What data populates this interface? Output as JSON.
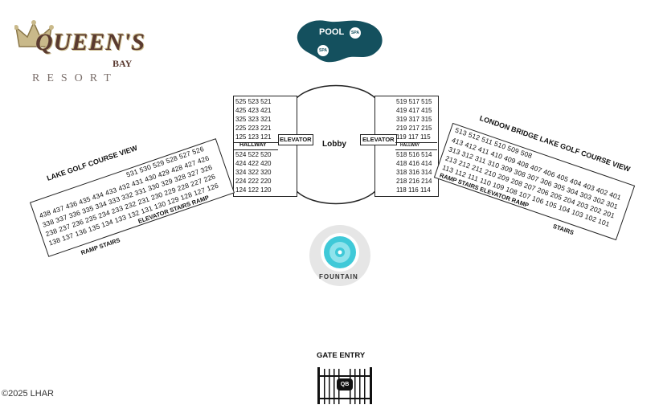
{
  "logo": {
    "name": "QUEEN'S",
    "bay": "BAY",
    "resort": "RESORT"
  },
  "pool": {
    "label": "POOL",
    "spa_1": "SPA",
    "spa_2": "SPA"
  },
  "center": {
    "lobby": "Lobby",
    "hallway_left": "HALLWAY",
    "hallway_right": "HALLWAY",
    "elevator_left": "ELEVATOR",
    "elevator_right": "ELEVATOR",
    "left_upper_rows": [
      "525 523 521",
      "425 423 421",
      "325 323 321",
      "225 223 221",
      "125 123 121"
    ],
    "left_lower_rows": [
      "524 522 520",
      "424 422 420",
      "324 322 320",
      "224 222 220",
      "124 122 120"
    ],
    "right_upper_rows": [
      "519 517 515",
      "419 417 415",
      "319 317 315",
      "219 217 215",
      "119 117 115"
    ],
    "right_lower_rows": [
      "518 516 514",
      "418 416 414",
      "318 316 314",
      "218 216 214",
      "118 116 114"
    ]
  },
  "left_wing": {
    "title": "LAKE GOLF COURSE VIEW",
    "rows": [
      "531 530 529 528 527 526",
      "438 437 436 435 434 433 432 431 430 429 428 427 426",
      "338 337 336 335 334  333 332 331 330 329 328 327 326",
      "238 237 236 235 234  233 232 231 230 229 228 227 226",
      "138 137 136 135 134  133 132 131 130 129 128 127 126"
    ],
    "labels_inside": "ELEVATOR   STAIRS RAMP",
    "labels_below": "RAMP STAIRS"
  },
  "right_wing": {
    "title": "LONDON BRIDGE  LAKE GOLF COURSE VIEW",
    "rows": [
      "513 512  511 510 509  508",
      "413 412  411 410 409 408 407 406 405 404 403 402 401",
      "313 312  311 310 309 308 307 306 305 304 303 302 301",
      "213 212  211 210 209 208 207 206 205 204 203 202 201",
      "113 112  111 110 109 108 107 106 105 104 103 102 101"
    ],
    "labels_inside": "RAMP        STAIRS ELEVATOR  RAMP",
    "labels_below": "STAIRS"
  },
  "fountain": {
    "label": "FOUNTAIN"
  },
  "gate": {
    "label": "GATE ENTRY",
    "badge": "QB"
  },
  "copyright": "©2025 LHAR",
  "colors": {
    "pool": "#14505e",
    "fountain": "#3fc9d8",
    "logo_brown": "#5a3a30"
  }
}
